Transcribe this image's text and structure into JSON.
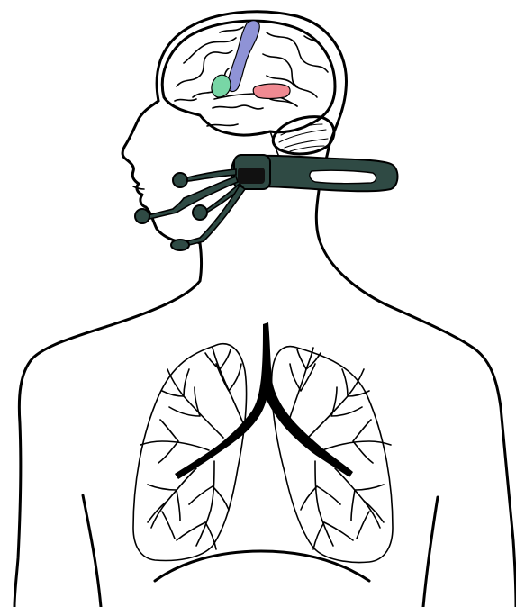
{
  "colors": {
    "outline": "#000000",
    "background": "#ffffff",
    "headset": "#2f4a44",
    "headset_highlight": "#4f6e66",
    "headset_sensor_dark": "#111111",
    "brain_region_motor": "#8f93d6",
    "brain_region_premotor": "#78d6a6",
    "brain_region_auditory": "#f08a92"
  },
  "regions": [
    {
      "name": "motor-cortex-strip",
      "color_key": "brain_region_motor"
    },
    {
      "name": "premotor-area",
      "color_key": "brain_region_premotor"
    },
    {
      "name": "temporal-auditory-area",
      "color_key": "brain_region_auditory"
    }
  ],
  "components": [
    "head-and-brain",
    "neck-headset-with-electrodes",
    "torso-outline",
    "lungs-and-bronchial-tree"
  ]
}
